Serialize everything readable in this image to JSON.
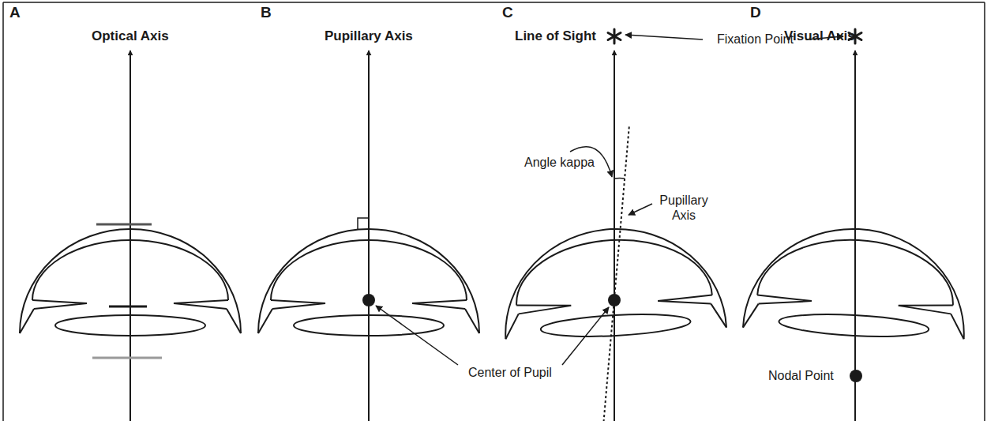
{
  "diagram": {
    "labels": [
      "A",
      "Optical Axis",
      "B",
      "Pupillary Axis",
      "C",
      "Line of Sight",
      "D",
      "Visual Axis",
      "Fixation Point",
      "Angle kappa",
      "Pupillary Axis",
      "Center of Pupil",
      "Nodal Point"
    ]
  }
}
